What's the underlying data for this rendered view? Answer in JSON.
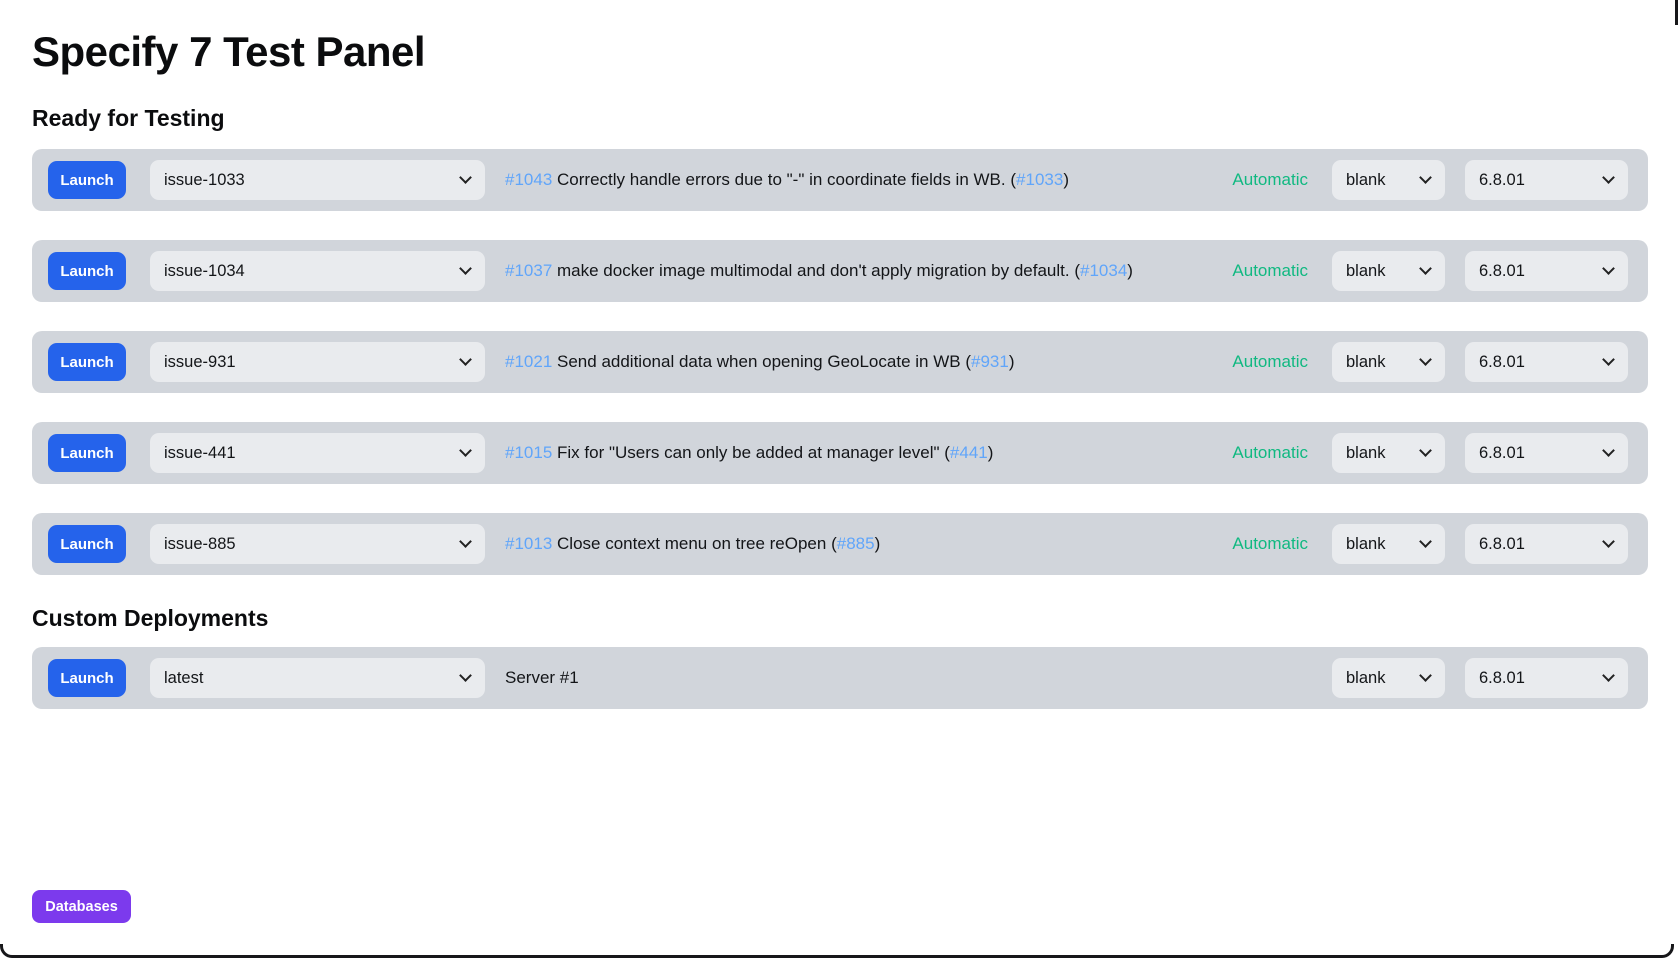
{
  "header": {
    "title": "Specify 7 Test Panel"
  },
  "punct": {
    "open": "(",
    "close": ")"
  },
  "ready_section": {
    "heading": "Ready for Testing",
    "rows": [
      {
        "launch_label": "Launch",
        "branch": "issue-1033",
        "pr": "#1043",
        "description": "Correctly handle errors due to \"-\" in coordinate fields in WB.",
        "issue": "#1033",
        "mode": "Automatic",
        "database": "blank",
        "schema": "6.8.01"
      },
      {
        "launch_label": "Launch",
        "branch": "issue-1034",
        "pr": "#1037",
        "description": "make docker image multimodal and don't apply migration by default.",
        "issue": "#1034",
        "mode": "Automatic",
        "database": "blank",
        "schema": "6.8.01"
      },
      {
        "launch_label": "Launch",
        "branch": "issue-931",
        "pr": "#1021",
        "description": "Send additional data when opening GeoLocate in WB",
        "issue": "#931",
        "mode": "Automatic",
        "database": "blank",
        "schema": "6.8.01"
      },
      {
        "launch_label": "Launch",
        "branch": "issue-441",
        "pr": "#1015",
        "description": "Fix for \"Users can only be added at manager level\"",
        "issue": "#441",
        "mode": "Automatic",
        "database": "blank",
        "schema": "6.8.01"
      },
      {
        "launch_label": "Launch",
        "branch": "issue-885",
        "pr": "#1013",
        "description": "Close context menu on tree reOpen",
        "issue": "#885",
        "mode": "Automatic",
        "database": "blank",
        "schema": "6.8.01"
      }
    ]
  },
  "custom_section": {
    "heading": "Custom Deployments",
    "rows": [
      {
        "launch_label": "Launch",
        "branch": "latest",
        "description": "Server #1",
        "database": "blank",
        "schema": "6.8.01"
      }
    ]
  },
  "footer": {
    "databases_label": "Databases"
  },
  "colors": {
    "launch_button": "#2563eb",
    "link": "#60a5fa",
    "automatic_mode": "#10b981",
    "databases_button": "#7c3aed",
    "row_background": "#d1d5db",
    "control_background": "#e9ebee"
  }
}
